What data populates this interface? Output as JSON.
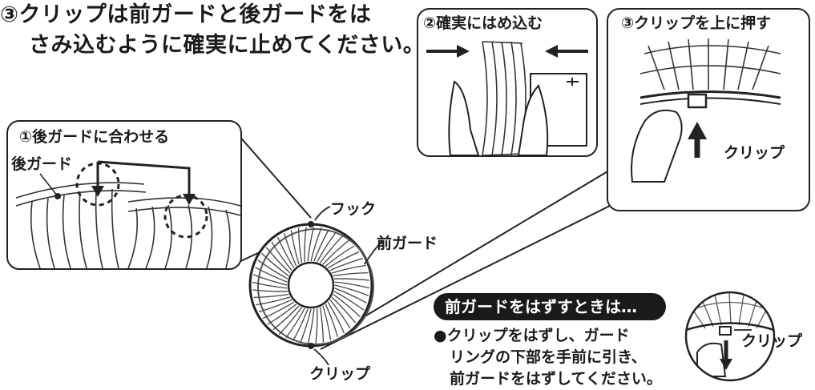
{
  "title": {
    "line1": "③クリップは前ガードと後ガードをは",
    "line2": "さみ込むように確実に止めてください。"
  },
  "panel_align": {
    "title": "①後ガードに合わせる",
    "rear_guard_label": "後ガード"
  },
  "panel_insert": {
    "title": "②確実にはめ込む"
  },
  "panel_push": {
    "title": "③クリップを上に押す",
    "clip_label": "クリップ"
  },
  "fan_labels": {
    "hook": "フック",
    "front_guard": "前ガード",
    "clip": "クリップ"
  },
  "removal_note": {
    "heading": "前ガードをはずすときは…",
    "line1": "●クリップをはずし、ガード",
    "line2": "リングの下部を手前に引き、",
    "line3": "前ガードをはずしてください。",
    "clip_label": "クリップ"
  }
}
